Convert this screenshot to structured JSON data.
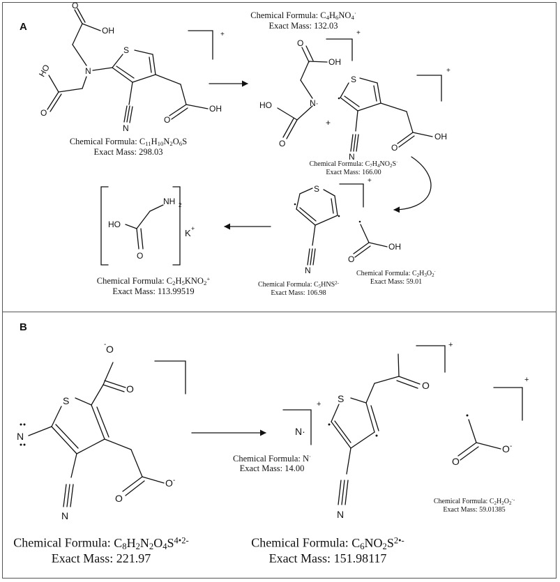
{
  "panels": {
    "a": {
      "label": "A",
      "captions": {
        "reactant": {
          "prefix": "Chemical Formula: ",
          "formula_html": "C<sub>11</sub>H<sub>10</sub>N<sub>2</sub>O<sub>6</sub>S",
          "mass_prefix": "Exact Mass: ",
          "mass": "298.03"
        },
        "fragment_top": {
          "prefix": "Chemical Formula: ",
          "formula_html": "C<sub>4</sub>H<sub>6</sub>NO<sub>4</sub><sup>·</sup>",
          "mass_prefix": "Exact Mass: ",
          "mass": "132.03"
        },
        "thiophene_fragment": {
          "prefix": "Chemical Formula: ",
          "formula_html": "C<sub>7</sub>H<sub>4</sub>NO<sub>2</sub>S<sup>·</sup>",
          "mass_prefix": "Exact Mass: ",
          "mass": "166.00"
        },
        "cyano_thiophene": {
          "prefix": "Chemical Formula: ",
          "formula_html": "C<sub>5</sub>HNS<sup>2-</sup>",
          "mass_prefix": "Exact Mass: ",
          "mass": "106.98"
        },
        "acetate_radical": {
          "prefix": "Chemical Formula: ",
          "formula_html": "C<sub>2</sub>H<sub>3</sub>O<sub>2</sub><sup>·</sup>",
          "mass_prefix": "Exact Mass: ",
          "mass": "59.01"
        },
        "glycine_k": {
          "prefix": "Chemical Formula: ",
          "formula_html": "C<sub>2</sub>H<sub>5</sub>KNO<sub>2</sub><sup>+</sup>",
          "mass_prefix": "Exact Mass: ",
          "mass": "113.99519"
        }
      }
    },
    "b": {
      "label": "B",
      "captions": {
        "reactant": {
          "prefix": "Chemical Formula: ",
          "formula_html": "C<sub>8</sub>H<sub>2</sub>N<sub>2</sub>O<sub>4</sub>S<sup>4•2-</sup>",
          "mass_prefix": "Exact Mass: ",
          "mass": "221.97"
        },
        "nitrogen": {
          "prefix": "Chemical Formula: ",
          "formula_html": "N<sup>·</sup>",
          "mass_prefix": "Exact Mass: ",
          "mass": "14.00"
        },
        "product": {
          "prefix": "Chemical Formula: ",
          "formula_html": "C<sub>6</sub>NO<sub>2</sub>S<sup>2•-</sup>",
          "mass_prefix": "Exact Mass: ",
          "mass": "151.98117"
        },
        "acetate_anion": {
          "prefix": "Chemical Formula: ",
          "formula_html": "C<sub>2</sub>H<sub>2</sub>O<sub>2</sub><sup>·-</sup>",
          "mass_prefix": "Exact Mass: ",
          "mass": "59.01385"
        }
      }
    }
  },
  "atoms": {
    "oh": "OH",
    "ho": "HO",
    "s": "S",
    "n": "N",
    "o": "O",
    "n_radical": "N·",
    "o_minus": "O",
    "nh2": "NH",
    "k_plus": "K",
    "plus": "+",
    "minus": "-",
    "two": "2"
  },
  "colors": {
    "line": "#111111",
    "frame": "#555555"
  }
}
